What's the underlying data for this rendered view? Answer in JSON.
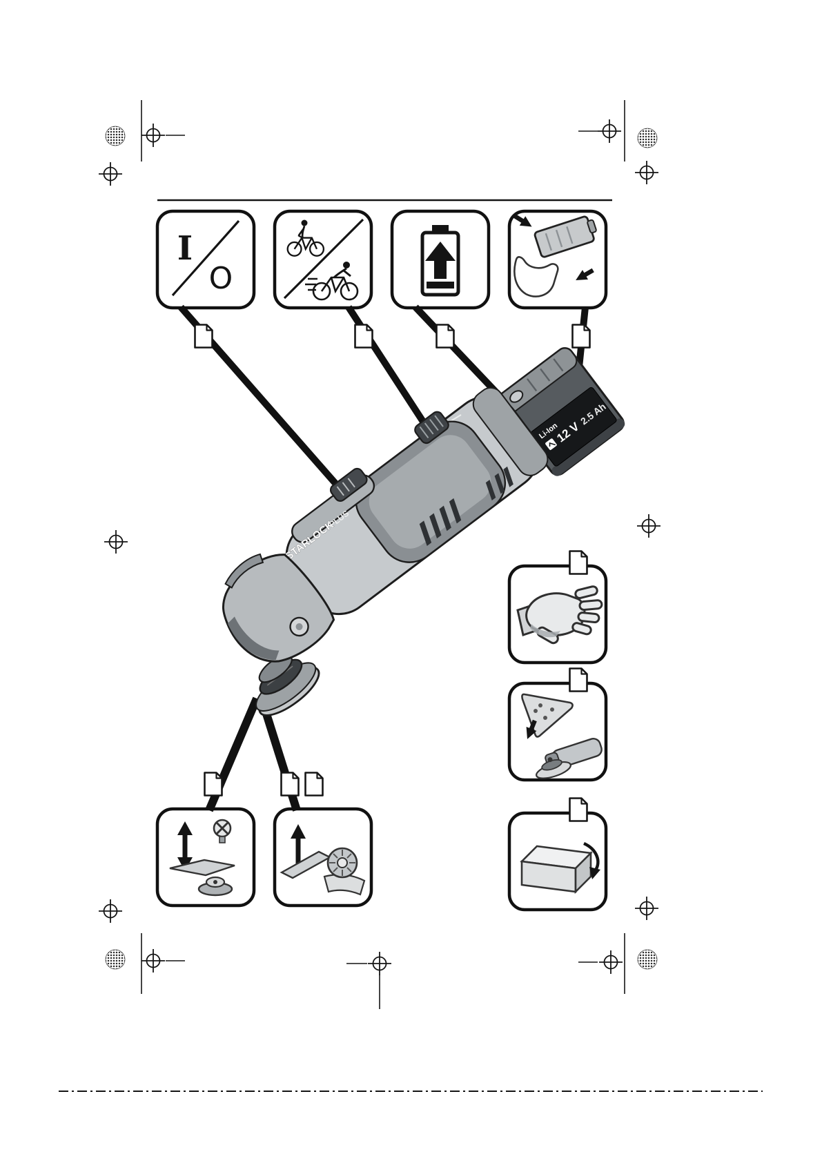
{
  "symbols": {
    "power_on": "I",
    "power_off": "O"
  },
  "tool": {
    "brand_plate": {
      "starlock": "STARLOCK",
      "plus": "PLUS"
    },
    "battery_label": {
      "chemistry": "Li-Ion",
      "voltage": "12 V",
      "capacity": "2.5 Ah"
    }
  },
  "icons": {
    "power-onoff-icon": "I / O switch pictogram with slash",
    "bicycle-speed-icon": "slow bicycle vs fast bicycle pictogram with slash",
    "battery-charge-icon": "battery with upward arrow",
    "battery-insert-icon": "battery pack sliding onto tool with arrows",
    "page-ref-icon": "document page reference",
    "glove-hand-icon": "hand / glove pictogram",
    "attach-sanding-pad-icon": "sanding sheet attached to oscillating tool",
    "packaging-icon": "carton box with turning arrow",
    "mount-accessory-screw-icon": "accessory mounted with screw, up-down arrow",
    "mount-blade-icon": "blade mounted to tool holder, up arrow",
    "registration-mark-icon": "print registration target",
    "halftone-mark-icon": "print halftone control dot"
  },
  "colors": {
    "ink": "#141414",
    "tool_light": "#c6cacd",
    "tool_mid": "#8a8f93",
    "tool_dark": "#45494d",
    "battery_body": "#565b5f",
    "label_bg": "#16181a",
    "label_text": "#ffffff"
  }
}
